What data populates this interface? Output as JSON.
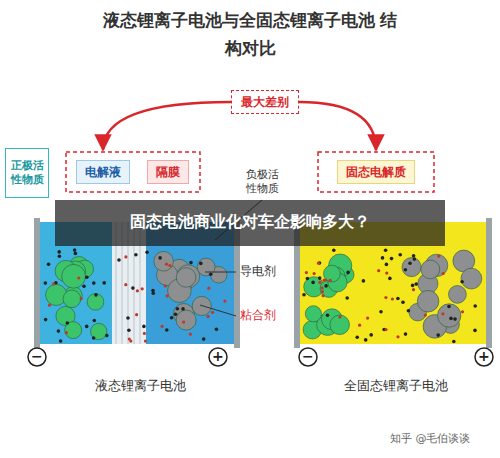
{
  "diagram": {
    "title": "液态锂离子电池与全固态锂离子电池 结构对比",
    "nodes": [
      {
        "text": [
          "最大差别"
        ]
      },
      {
        "text": [
          "正极活性物质"
        ]
      },
      {
        "text": [
          "电解液"
        ]
      },
      {
        "text": [
          "隔膜"
        ]
      },
      {
        "text": [
          "固态电解质"
        ]
      }
    ],
    "edges": [
      {
        "from": 0,
        "to": 2,
        "arrow": "to"
      },
      {
        "from": 0,
        "to": 4,
        "arrow": "to"
      }
    ],
    "labels": [
      "负极活性物质",
      "导电剂",
      "粘合剂",
      "固态电池商业化对车企影响多大？",
      "−",
      "+",
      "−",
      "+",
      "液态锂离子电池",
      "全固态锂离子电池",
      "知乎 @毛伯谈谈"
    ]
  }
}
